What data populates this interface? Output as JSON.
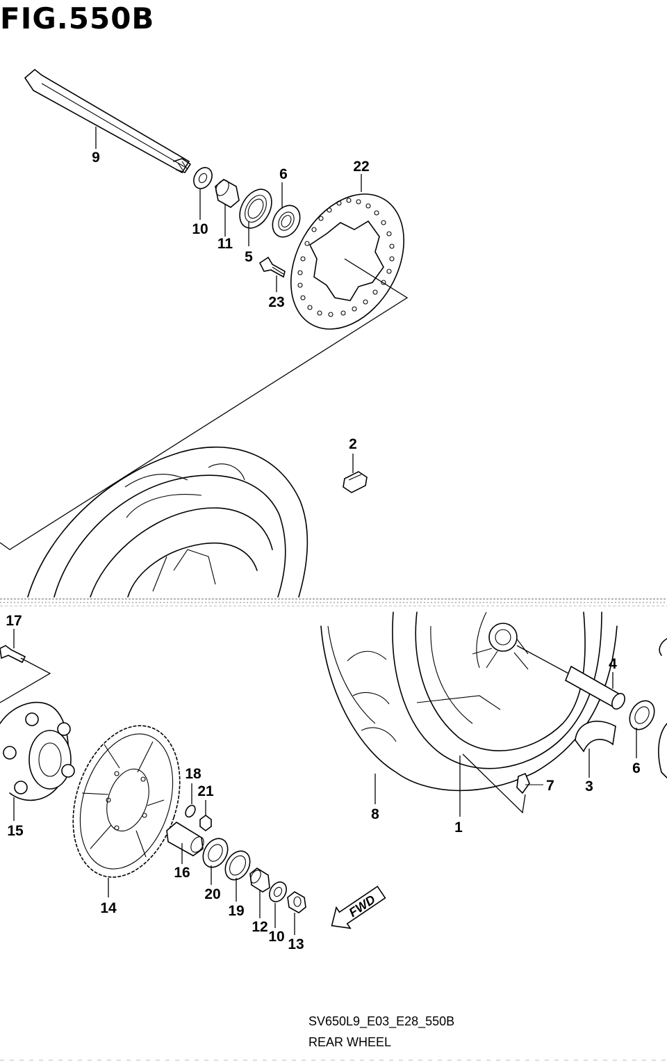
{
  "figure_title": "FIG.550B",
  "drawing_code": "SV650L9_E03_E28_550B",
  "caption": "REAR WHEEL",
  "fwd_label": "FWD",
  "callouts": [
    "1",
    "2",
    "3",
    "4",
    "5",
    "6",
    "6",
    "7",
    "8",
    "9",
    "10",
    "10",
    "11",
    "12",
    "13",
    "14",
    "15",
    "16",
    "17",
    "18",
    "19",
    "20",
    "21",
    "22",
    "23"
  ]
}
